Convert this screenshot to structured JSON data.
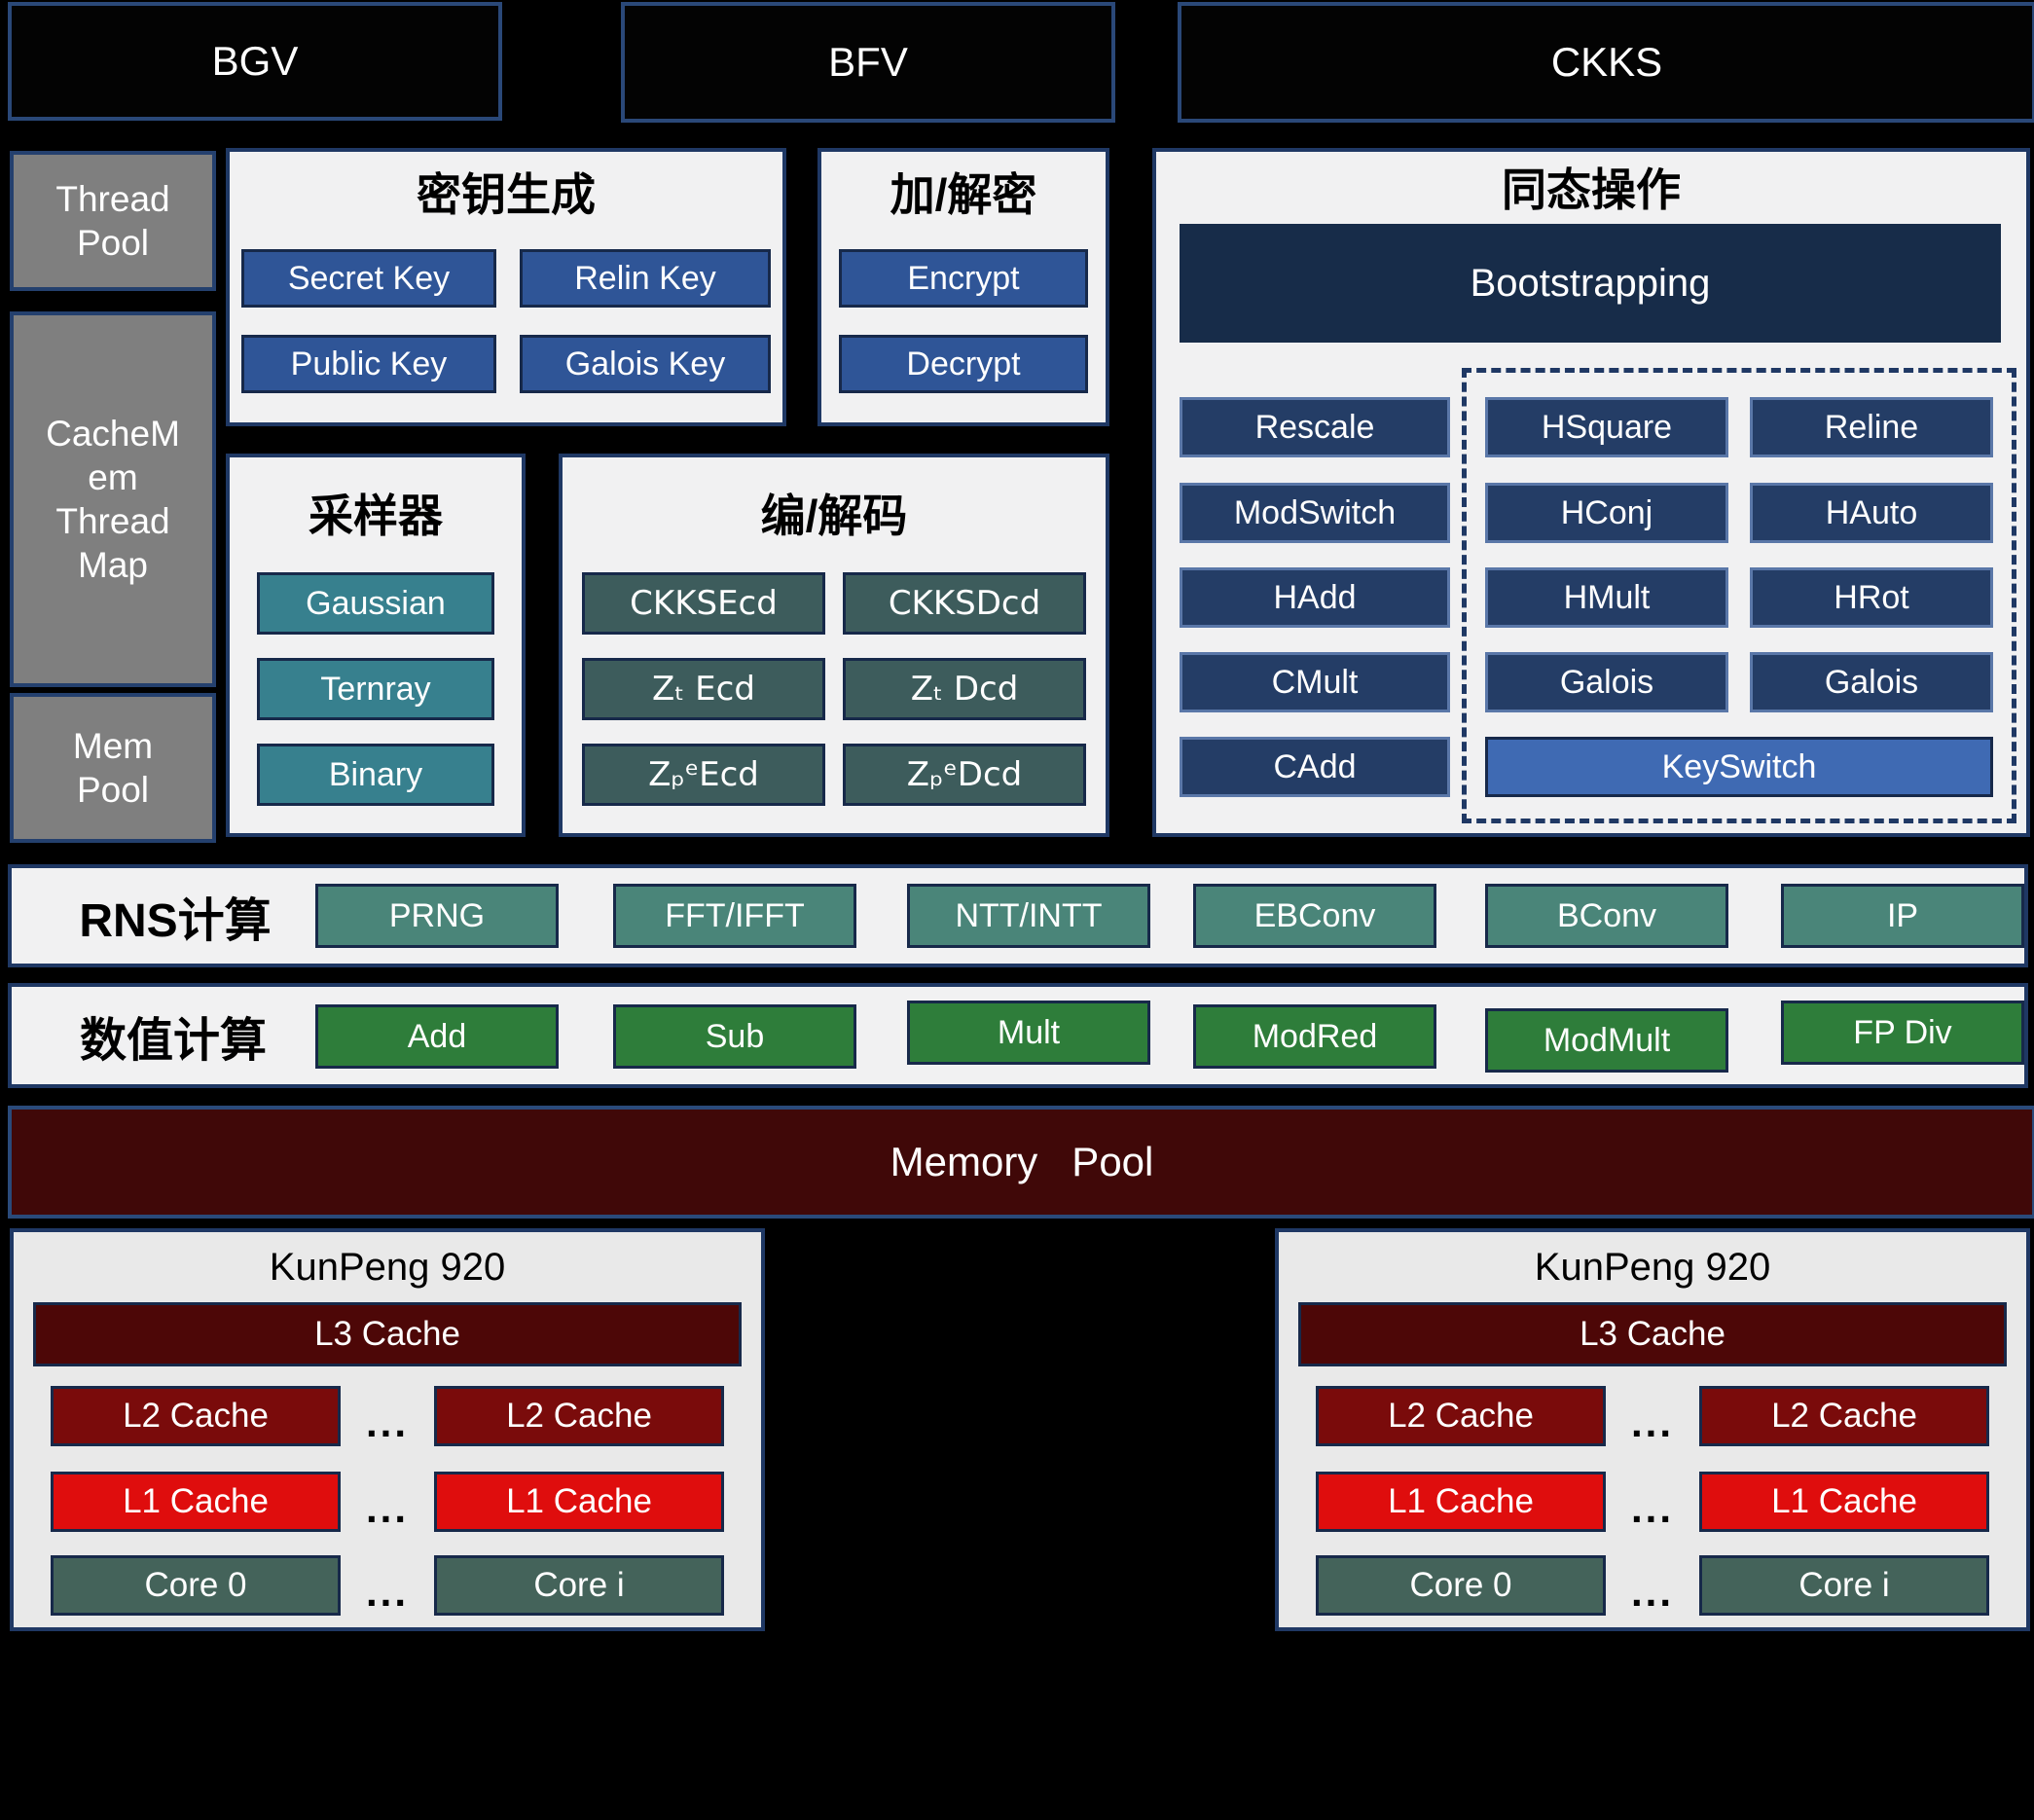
{
  "schemes": [
    {
      "label": "BGV"
    },
    {
      "label": "BFV"
    },
    {
      "label": "CKKS"
    }
  ],
  "runtime": {
    "thread_pool": "Thread\nPool",
    "cache_mem_thread_map": "CacheM\nem\nThread\nMap",
    "mem_pool": "Mem\nPool"
  },
  "keygen": {
    "title": "密钥生成",
    "buttons": [
      "Secret Key",
      "Relin Key",
      "Public Key",
      "Galois Key"
    ]
  },
  "encdec": {
    "title": "加/解密",
    "buttons": [
      "Encrypt",
      "Decrypt"
    ]
  },
  "sampler": {
    "title": "采样器",
    "buttons": [
      "Gaussian",
      "Ternray",
      "Binary"
    ]
  },
  "codec": {
    "title": "编/解码",
    "buttons": [
      "CKKSEcd",
      "CKKSDcd",
      "Zₜ Ecd",
      "Zₜ Dcd",
      "ZₚᵉEcd",
      "ZₚᵉDcd"
    ]
  },
  "homo": {
    "title": "同态操作",
    "bootstrapping": "Bootstrapping",
    "left": [
      "Rescale",
      "ModSwitch",
      "HAdd",
      "CMult",
      "CAdd"
    ],
    "grid": [
      "HSquare",
      "Reline",
      "HConj",
      "HAuto",
      "HMult",
      "HRot",
      "Galois",
      "Galois"
    ],
    "keyswitch": "KeySwitch"
  },
  "rns": {
    "label": "RNS计算",
    "buttons": [
      "PRNG",
      "FFT/IFFT",
      "NTT/INTT",
      "EBConv",
      "BConv",
      "IP"
    ]
  },
  "numeric": {
    "label": "数值计算",
    "buttons": [
      "Add",
      "Sub",
      "Mult",
      "ModRed",
      "ModMult",
      "FP Div"
    ]
  },
  "memory": {
    "label": "Memory   Pool"
  },
  "cpus": [
    {
      "title": "KunPeng 920",
      "l3": "L3 Cache",
      "l2": "L2 Cache",
      "l1": "L1 Cache",
      "core0": "Core 0",
      "core_i": "Core i",
      "dots": "..."
    },
    {
      "title": "KunPeng 920",
      "l3": "L3 Cache",
      "l2": "L2 Cache",
      "l1": "L1 Cache",
      "core0": "Core 0",
      "core_i": "Core i",
      "dots": "..."
    }
  ],
  "colors": {
    "border_navy": "#1f3864",
    "panel_bg": "#f1f1f2",
    "blue_button": "#2f5597",
    "navy_button": "#243d66",
    "bootstrapping": "#172c49",
    "keyswitch": "#3f6ab3",
    "sampler_teal": "#37808e",
    "codec_slate": "#3d5c5c",
    "rns_teal": "#4a8579",
    "numeric_green": "#2e7d3a",
    "memory_maroon": "#400808",
    "l3_cache": "#4d0707",
    "l2_cache": "#7a0b0b",
    "l1_cache": "#df0d0d",
    "core_green": "#44635a",
    "runtime_gray": "#7f7f7f"
  }
}
